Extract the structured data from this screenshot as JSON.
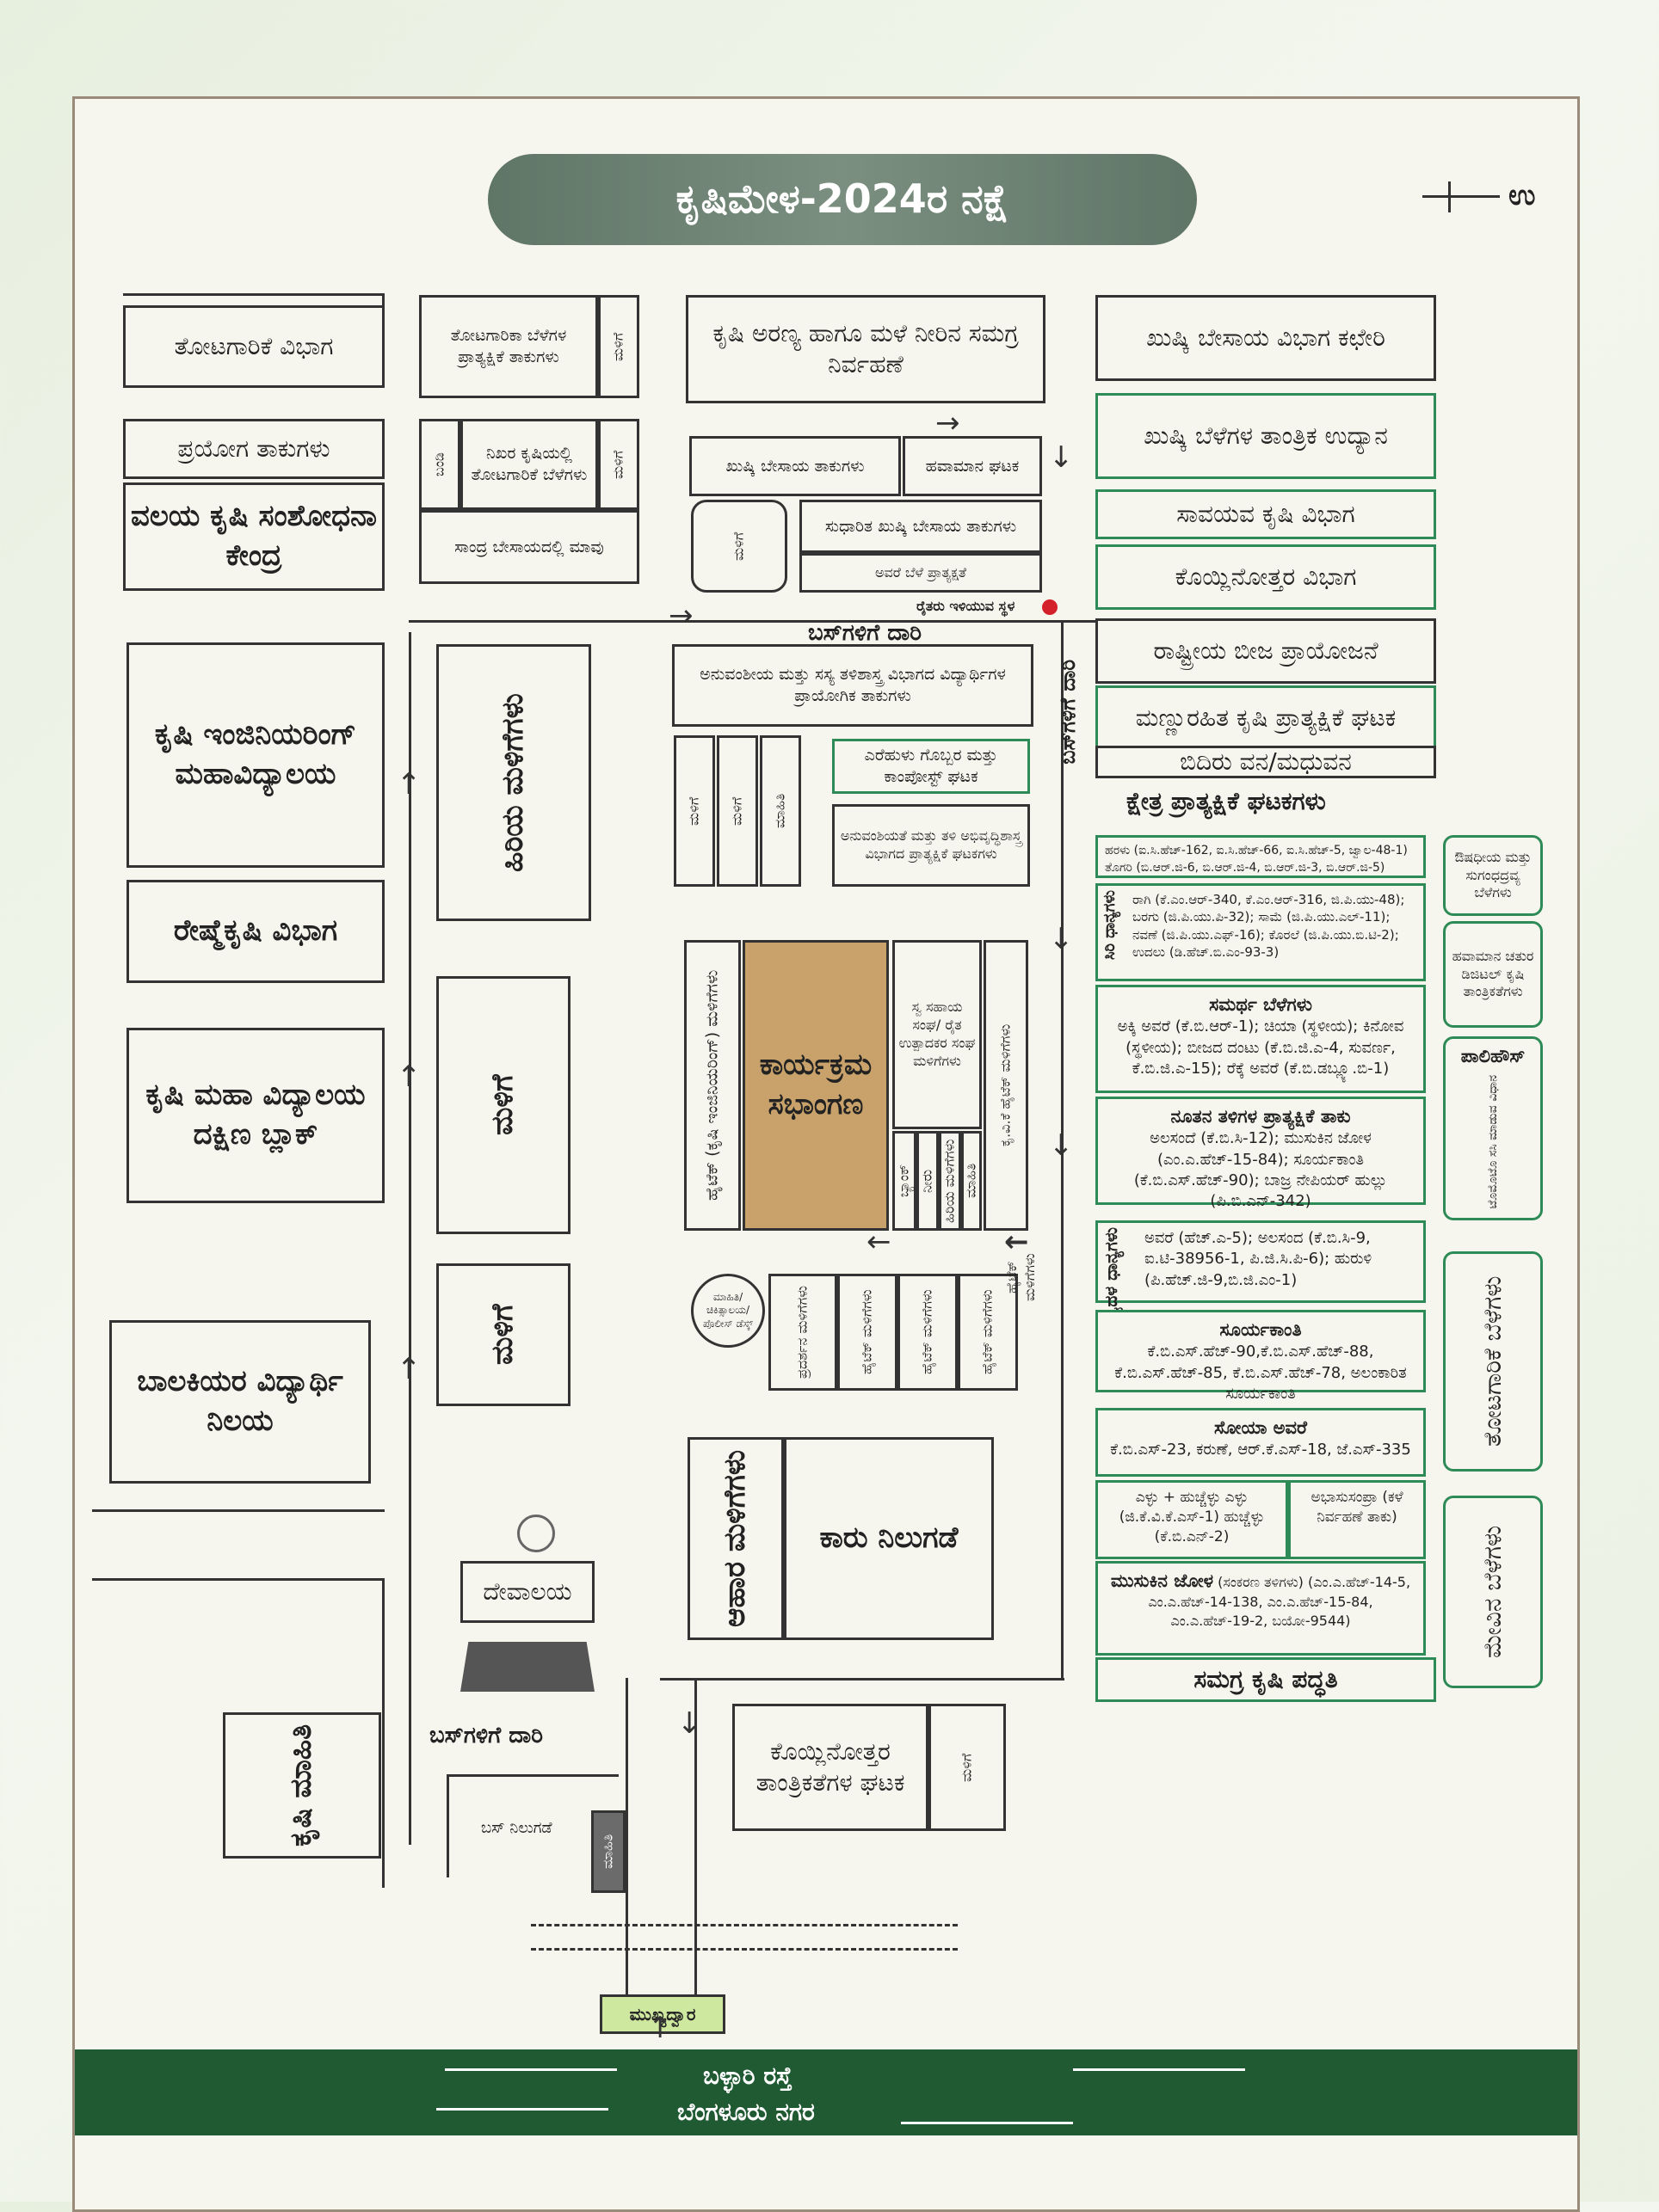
{
  "map_title": "ಕೃಷಿಮೇಳ-2024ರ ನಕ್ಷೆ",
  "north_label": "ಉ",
  "left_blocks": {
    "horti_dept": "ತೋಟಗಾರಿಕೆ ವಿಭಾಗ",
    "trial_plots": "ಪ್ರಯೋಗ ತಾಕುಗಳು",
    "zonal_research": "ವಲಯ ಕೃಷಿ ಸಂಶೋಧನಾ ಕೇಂದ್ರ",
    "engg_college": "ಕೃಷಿ ಇಂಜಿನಿಯರಿಂಗ್ ಮಹಾವಿದ್ಯಾಲಯ",
    "sericulture": "ರೇಷ್ಮೆಕೃಷಿ ವಿಭಾಗ",
    "agri_college": "ಕೃಷಿ ಮಹಾ ವಿದ್ಯಾಲಯ ದಕ್ಷಿಣ ಬ್ಲಾಕ್",
    "girls_hostel": "ಬಾಲಕಿಯರ ವಿದ್ಯಾರ್ಥಿ ನಿಲಯ",
    "bottom_left_vertical": "ಹಿರಿಯ ಮಳಿಗೆಗಳು"
  },
  "center_top": {
    "horti_crop_demo": "ತೋಟಗಾರಿಕಾ ಬೆಳೆಗಳ ಪ್ರಾತ್ಯಕ್ಷಿಕೆ ತಾಕುಗಳು",
    "precision_horti": "ನಿಖರ ಕೃಷಿಯಲ್ಲಿ ತೋಟಗಾರಿಕೆ ಬೆಳೆಗಳು",
    "mango": "ಸಾಂದ್ರ ಬೇಸಾಯದಲ್ಲಿ ಮಾವು",
    "vertical_1": "ಮಳಿಗೆ",
    "vertical_2": "ಮಳಿಗೆ",
    "vertical_3": "ಬಂಡಿ",
    "forest_water": "ಕೃಷಿ ಅರಣ್ಯ ಹಾಗೂ ಮಳೆ ನೀರಿನ ಸಮಗ್ರ ನಿರ್ವಹಣೆ",
    "dryland_plots": "ಖುಷ್ಕಿ ಬೇಸಾಯ ತಾಕುಗಳು",
    "weather_unit": "ಹವಾಮಾನ ಘಟಕ",
    "improved_dryland": "ಸುಧಾರಿತ ಖುಷ್ಕಿ ಬೇಸಾಯ ತಾಕುಗಳು",
    "avare_demo": "ಅವರೆ ಬೆಳೆ ಪ್ರಾತ್ಯಕ್ಷತೆ",
    "small_block": "ಮಳಿಗೆ",
    "farmer_rest": "ರೈತರು ಇಳಿಯುವ ಸ್ಥಳ",
    "bus_road": "ಬಸ್‌ಗಳಿಗೆ ದಾರಿ",
    "genetics_plots": "ಅನುವಂಶೀಯ ಮತ್ತು ಸಸ್ಯ ತಳಿಶಾಸ್ತ್ರ ವಿಭಾಗದ ವಿದ್ಯಾರ್ಥಿಗಳ ಪ್ರಾಯೋಗಿಕ ತಾಕುಗಳು",
    "vermi_unit": "ಎರೆಹುಳು ಗೊಬ್ಬರ ಮತ್ತು ಕಾಂಪೋಸ್ಟ್ ಘಟಕ",
    "breeding_units": "ಅನುವಂಶಿಯತೆ ಮತ್ತು ತಳಿ ಅಭಿವೃದ್ಧಿಶಾಸ್ತ್ರ ವಿಭಾಗದ ಪ್ರಾತ್ಯಕ್ಷಿಕೆ ಘಟಕಗಳು",
    "stall_a": "ಮಳಿಗೆ",
    "stall_b": "ಮಳಿಗೆ"
  },
  "center_mid": {
    "engg_stalls": "ಹೈಟೆಕ್ (ಕೃಷಿ ಇಂಜಿನಿಯರಿಂಗ್) ಮಳಿಗೆಗಳು",
    "auditorium": "ಕಾರ್ಯಕ್ರಮ ಸಭಾಂಗಣ",
    "shg_stalls": "ಸ್ವ ಸಹಾಯ ಸಂಘ/ ರೈತ ಉತ್ಪಾದಕರ ಸಂಘ ಮಳಿಗೆಗಳು",
    "right_vertical": "ಕೃ.ವಿ.ಕೆ ಹೈಟೆಕ್ ಮಳಿಗೆಗಳು",
    "tiny_1": "ಬ್ಯಾಂಕ್",
    "tiny_2": "ಮಳಿಗೆ",
    "tiny_3": "ಮಳಿಗೆ",
    "tiny_4": "ಮಾಹಿತಿ",
    "left_col_label": "ಹಿರಿಯ ಮಳಿಗೆಗಳು",
    "water_tank": "ನೀರು",
    "info_circle": "ಮಾಹಿತಿ/ ಚಿಕಿತ್ಸಾಲಯ/ ಪೊಲೀಸ್ ಡೆಸ್ಕ್",
    "hitech_stalls_1": "ಪ್ರದರ್ಶನ ಮಳಿಗೆಗಳು",
    "hitech_stalls_2": "ಹೈಟೆಕ್ ಮಳಿಗೆಗಳು",
    "hitech_stalls_3": "ಹೈಟೆಕ್ ಮಳಿಗೆಗಳು",
    "hitech_stalls_4": "ಹೈಟೆಕ್ ಮಳಿಗೆಗಳು",
    "hitech_stalls_5": "ಹೈಟೆಕ್ ಮಳಿಗೆಗಳು",
    "food_stalls": "ಆಹಾರ ಮಳಿಗೆಗಳು",
    "car_parking": "ಕಾರು ನಿಲುಗಡೆ",
    "temple": "ದೇವಾಲಯ"
  },
  "bottom": {
    "bus_road2": "ಬಸ್‌ಗಳಿಗೆ ದಾರಿ",
    "post_harvest": "ಕೊಯ್ಲಿನೋತ್ತರ ತಾಂತ್ರಿಕತೆಗಳ ಘಟಕ",
    "stall_small": "ಮಳಿಗೆ",
    "bus_parking": "ಬಸ್ ನಿಲುಗಡೆ",
    "ticket_box": "ಮಾಹಿತಿ",
    "left_small_box": "ಕೃಷಿ ಮಾಹಿತಿ",
    "main_gate": "ಮುಖ್ಯದ್ವಾರ",
    "road_name": "ಬಳ್ಳಾರಿ ರಸ್ತೆ",
    "city_name": "ಬೆಂಗಳೂರು ನಗರ"
  },
  "right_blocks": {
    "dry_farming": "ಖುಷ್ಕಿ ಬೇಸಾಯ ವಿಭಾಗ ಕಛೇರಿ",
    "dry_crop_park": "ಖುಷ್ಕಿ ಬೆಳೆಗಳ ತಾಂತ್ರಿಕ ಉದ್ಯಾನ",
    "organic": "ಸಾವಯವ ಕೃಷಿ ವಿಭಾಗ",
    "postharvest_dept": "ಕೊಯ್ಲಿನೋತ್ತರ ವಿಭಾಗ",
    "seed_project": "ರಾಷ್ಟ್ರೀಯ ಬೀಜ ಪ್ರಾಯೋಜನೆ",
    "soilless": "ಮಣ್ಣುರಹಿತ ಕೃಷಿ ಪ್ರಾತ್ಯಕ್ಷಿಕೆ ಘಟಕ",
    "bamboo": "ಬಿದಿರು ವನ/ಮಧುವನ",
    "field_demo": "ಕ್ಷೇತ್ರ ಪ್ರಾತ್ಯಕ್ಷಿಕೆ ಘಟಕಗಳು",
    "roadside_vertical": "ಬಸ್‌ಗಳಿಗೆ ದಾರಿ",
    "pulses_line1": "ಹರಳು (ಐ.ಸಿ.ಹೆಚ್-162, ಐ.ಸಿ.ಹೆಚ್-66, ಐ.ಸಿ.ಹೆಚ್-5, ಜ್ವಾಲ-48-1)",
    "pulses_line2": "ತೊಗರಿ (ಬಿ.ಆರ್.ಜಿ-6, ಬಿ.ಆರ್.ಜಿ-4, ಬಿ.ಆರ್.ಜಿ-3, ಬಿ.ಆರ್.ಜಿ-5)",
    "millets": "ರಾಗಿ (ಕೆ.ಎಂ.ಆರ್-340, ಕೆ.ಎಂ.ಆರ್-316, ಜಿ.ಪಿ.ಯು-48); ಬರಗು (ಜಿ.ಪಿ.ಯು.ಪಿ-32); ಸಾಮೆ (ಜಿ.ಪಿ.ಯು.ಎಲ್-11); ನವಣೆ (ಜಿ.ಪಿ.ಯು.ಎಫ್-16); ಕೊರಲೆ (ಜಿ.ಪಿ.ಯು.ಬಿ.ಟಿ-2); ಉದಲು (ಡಿ.ಹೆಚ್.ಬಿ.ಎಂ-93-3)",
    "millets_side": "ಸಿರಿ ಧಾನ್ಯಗಳು",
    "efficient_title": "ಸಮರ್ಥ ಬೆಳೆಗಳು",
    "efficient_body": "ಅಕ್ಕಿ ಅವರೆ (ಕೆ.ಬಿ.ಆರ್-1); ಚಿಯಾ (ಸ್ಥಳೀಯ); ಕಿನೋವ (ಸ್ಥಳೀಯ); ಬೀಜದ ದಂಟು (ಕೆ.ಬಿ.ಜಿ.ಎ-4, ಸುವರ್ಣ, ಕೆ.ಬಿ.ಜಿ.ಎ-15); ರೆಕ್ಕೆ ಅವರೆ (ಕೆ.ಬಿ.ಡಬ್ಲ್ಯೂ.ಬಿ-1)",
    "new_var_title": "ನೂತನ ತಳಿಗಳ ಪ್ರಾತ್ಯಕ್ಷಿಕೆ ತಾಕು",
    "new_var_body": "ಅಲಸಂದೆ (ಕೆ.ಬಿ.ಸಿ-12); ಮುಸುಕಿನ ಜೋಳ (ಎಂ.ಎ.ಹೆಚ್-15-84); ಸೂರ್ಯಕಾಂತಿ (ಕೆ.ಬಿ.ಎಸ್.ಹೆಚ್-90); ಬಾಜ್ರ ನೇಪಿಯರ್ ಹುಲ್ಲು (ಪಿ.ಬಿ.ಎನ್-342)",
    "pulses_title": "ಅವರೆ (ಹೆಚ್.ಎ-5); ಅಲಸಂದ (ಕೆ.ಬಿ.ಸಿ-9, ಐ.ಟಿ-38956-1, ಪಿ.ಜಿ.ಸಿ.ಪಿ-6); ಹುರುಳಿ (ಪಿ.ಹೆಚ್.ಜಿ-9,ಬಿ.ಜಿ.ಎಂ-1)",
    "pulses_side": "ದ್ವಿದಳ ಧಾನ್ಯಗಳು",
    "sunflower_title": "ಸೂರ್ಯಕಾಂತಿ",
    "sunflower_body": "ಕೆ.ಬಿ.ಎಸ್.ಹೆಚ್-90,ಕೆ.ಬಿ.ಎಸ್.ಹೆಚ್-88, ಕೆ.ಬಿ.ಎಸ್.ಹೆಚ್-85, ಕೆ.ಬಿ.ಎಸ್.ಹೆಚ್-78, ಅಲಂಕಾರಿತ ಸೂರ್ಯಕಾಂತಿ",
    "soya_title": "ಸೋಯಾ ಅವರೆ",
    "soya_body": "ಕೆ.ಬಿ.ಎಸ್-23, ಕರುಣೆ, ಆರ್.ಕೆ.ಎಸ್-18, ಜೆ.ಎಸ್-335",
    "sesame": "ಎಳ್ಳು + ಹುಚ್ಚೆಳ್ಳು ಎಳ್ಳು (ಜಿ.ಕೆ.ವಿ.ಕೆ.ಎಸ್-1) ಹುಚ್ಚೆಳ್ಳು (ಕೆ.ಬಿ.ಎನ್-2)",
    "weed": "ಅಭಾಸುಸಂಪ್ರಾ (ಕಳೆ ನಿರ್ವಹಣೆ ತಾಕು)",
    "maize_title": "ಮುಸುಕಿನ ಜೋಳ",
    "maize_body": "(ಸಂಕರಣ ತಳಿಗಳು) (ಎಂ.ಎ.ಹೆಚ್-14-5, ಎಂ.ಎ.ಹೆಚ್-14-138, ಎಂ.ಎ.ಹೆಚ್-15-84, ಎಂ.ಎ.ಹೆಚ್-19-2, ಬಯೋ-9544)",
    "integrated": "ಸಮಗ್ರ ಕೃಷಿ ಪದ್ಧತಿ",
    "medicinal": "ಔಷಧೀಯ ಮತ್ತು ಸುಗಂಧದ್ರವ್ಯ ಬೆಳೆಗಳು",
    "climate_smart": "ಹವಾಮಾನ ಚತುರ ಡಿಜಿಟಲ್ ಕೃಷಿ ತಾಂತ್ರಿಕತೆಗಳು",
    "polyhouse_title": "ಪಾಲಿಹೌಸ್",
    "polyhouse_body": "ಟೊಮೊಟೊ ಸಸಿ ಮಾಡುವ ವಿಧಾನ",
    "horti_crops": "ತೋಟಗಾರಿಕೆ ಬೆಳೆಗಳು",
    "fodder": "ಮೇವಿನ ಬೆಳೆಗಳು"
  }
}
